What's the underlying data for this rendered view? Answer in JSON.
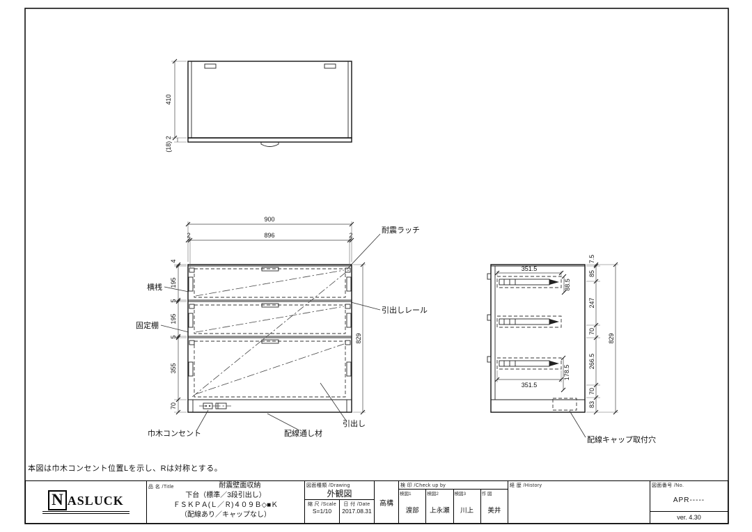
{
  "note": "本図は巾木コンセント位置Lを示し、Rは対称とする。",
  "top_view": {
    "depth": "410",
    "front_edge": "(18) 2"
  },
  "front_view": {
    "width_total": "900",
    "gap_left": "2",
    "width_inner": "896",
    "gap_right": "2",
    "h_top": "4",
    "h_drawer1": "195",
    "h_shelf1": "5",
    "h_drawer2": "195",
    "h_shelf2": "5",
    "h_drawer3": "355",
    "h_base": "70",
    "height_total": "829",
    "label_latch": "耐震ラッチ",
    "label_rail": "引出しレール",
    "label_crossbar": "横桟",
    "label_fixed_shelf": "固定棚",
    "label_drawer": "引出し",
    "label_skirting_outlet": "巾木コンセント",
    "label_wiring_member": "配線通し材"
  },
  "side_view": {
    "h1": "7.5",
    "h2": "85",
    "h3": "247",
    "h4": "70",
    "h5": "266.5",
    "h6": "70",
    "h7": "83",
    "height_total": "829",
    "rail_top_len": "351.5",
    "rail_top_off": "88.5",
    "rail_bot_off": "178.5",
    "rail_bot_len": "351.5",
    "label_cap_hole": "配線キャップ取付穴"
  },
  "title_block": {
    "logo_n": "N",
    "logo_rest": "ASLUCK",
    "title_header": "品 名 /Title",
    "title_line1": "耐震壁面収納",
    "title_line2": "下台（標準／3段引出し）",
    "title_line3": "ＦＳＫＰＡ(Ｌ／Ｒ)４０９Ｂ◇■Ｋ",
    "title_line4": "（配線あり／キャップなし）",
    "drawing_header": "図面種類 /Drawing",
    "drawing_type": "外観図",
    "scale_header": "縮 尺 /Scale",
    "scale_value": "S=1/10",
    "date_header": "日 付 /Date",
    "date_value": "2017.08.31",
    "category": "高構",
    "check_header": "検 印 /Check up by",
    "checkers": [
      {
        "role": "検図1",
        "name": "渡部"
      },
      {
        "role": "検図2",
        "name": "上永瀬"
      },
      {
        "role": "検図3",
        "name": "川上"
      },
      {
        "role": "作 図",
        "name": "美井"
      }
    ],
    "history_header": "経 歴 /History",
    "number_header": "図面番号 /No.",
    "number_value": "APR-----",
    "version": "ver. 4.30"
  }
}
